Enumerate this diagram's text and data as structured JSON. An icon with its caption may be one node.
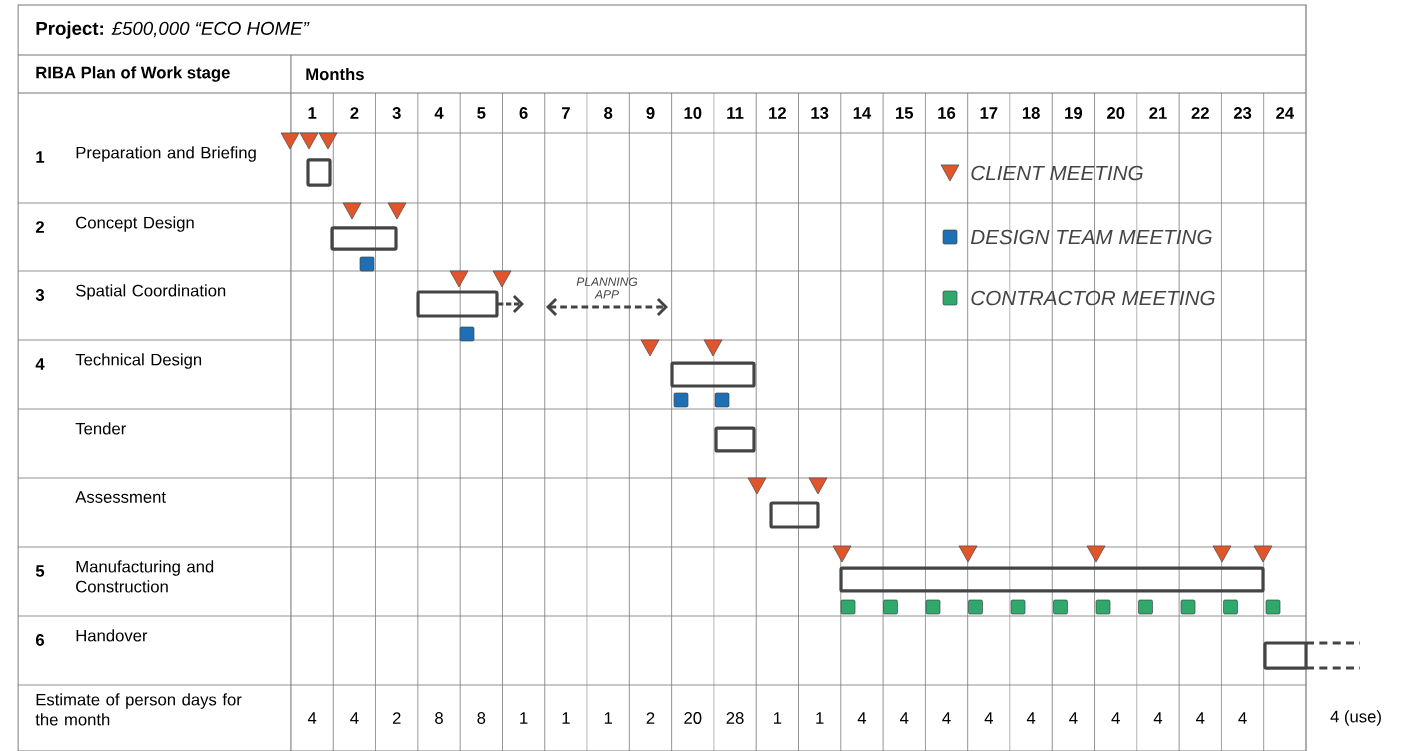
{
  "diagram": {
    "title": "**Project:** *£500,000 “ECO HOME”*",
    "nodes": [
      {
        "text": [],
        "shape": "bar"
      },
      {
        "text": [],
        "shape": "bar"
      },
      {
        "text": [],
        "shape": "bar"
      },
      {
        "text": [],
        "shape": "bar"
      },
      {
        "text": [],
        "shape": "bar"
      },
      {
        "text": [],
        "shape": "bar"
      },
      {
        "text": [],
        "shape": "bar"
      },
      {
        "text": [],
        "shape": "bar"
      }
    ],
    "labels": [
      "RIBA Plan of Work stage",
      "Months",
      "1",
      "2",
      "3",
      "4",
      "5",
      "6",
      "7",
      "8",
      "9",
      "10",
      "11",
      "12",
      "13",
      "14",
      "15",
      "16",
      "17",
      "18",
      "19",
      "20",
      "21",
      "22",
      "23",
      "24",
      "1",
      "Preparation and Briefing",
      "2",
      "Concept Design",
      "3",
      "Spatial Coordination",
      "PLANNING APP",
      "4",
      "Technical Design",
      "Tender",
      "Assessment",
      "5",
      "Manufacturing and Construction",
      "6",
      "Handover",
      "Estimate of person days for the month",
      "4",
      "4",
      "2",
      "8",
      "8",
      "1",
      "1",
      "1",
      "2",
      "20",
      "28",
      "1",
      "1",
      "4",
      "4",
      "4",
      "4",
      "4",
      "4",
      "4",
      "4",
      "4",
      "4",
      "4 (use)"
    ],
    "legend": [
      {
        "text": "CLIENT MEETING",
        "color": "#e0552b"
      },
      {
        "text": "DESIGN TEAM MEETING",
        "color": "#1f6fb5"
      },
      {
        "text": "CONTRACTOR MEETING",
        "color": "#2ea86b"
      }
    ]
  }
}
